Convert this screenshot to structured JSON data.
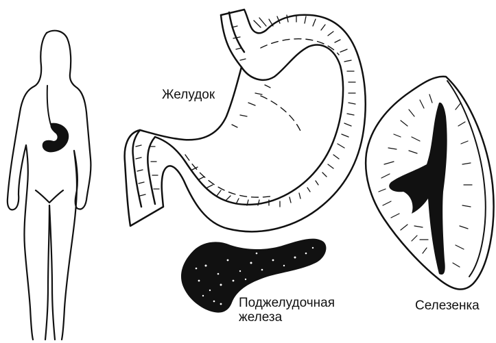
{
  "labels": {
    "stomach": "Желудок",
    "pancreas_line1": "Поджелудочная",
    "pancreas_line2": "железа",
    "spleen": "Селезенка"
  },
  "colors": {
    "ink": "#111111",
    "background": "#ffffff"
  }
}
